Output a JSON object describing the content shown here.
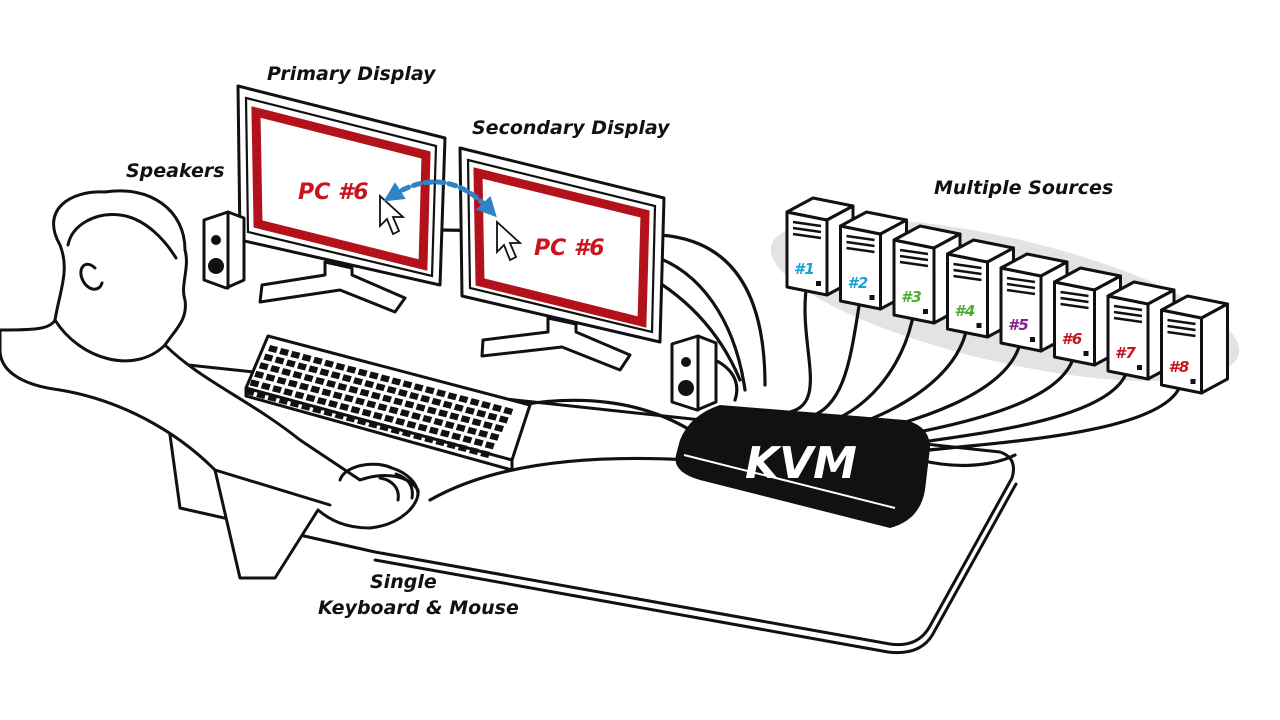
{
  "labels": {
    "primary_display": "Primary Display",
    "secondary_display": "Secondary Display",
    "speakers": "Speakers",
    "multiple_sources": "Multiple Sources",
    "input_line1": "Single",
    "input_line2": "Keyboard & Mouse",
    "kvm": "KVM"
  },
  "screens": {
    "primary": {
      "label": "PC #6"
    },
    "secondary": {
      "label": "PC #6"
    }
  },
  "sources": [
    {
      "label": "#1",
      "color": "#1a9fd6"
    },
    {
      "label": "#2",
      "color": "#1a9fd6"
    },
    {
      "label": "#3",
      "color": "#4aad34"
    },
    {
      "label": "#4",
      "color": "#4aad34"
    },
    {
      "label": "#5",
      "color": "#8a1e8c"
    },
    {
      "label": "#6",
      "color": "#c8141e"
    },
    {
      "label": "#7",
      "color": "#c8141e"
    },
    {
      "label": "#8",
      "color": "#c8141e"
    }
  ],
  "colors": {
    "screen_border": "#b3121b",
    "pc_text": "#c8141e",
    "switch_arrow": "#2f84c6",
    "kvm_body": "#111111",
    "sources_backdrop": "#e3e3e3"
  }
}
